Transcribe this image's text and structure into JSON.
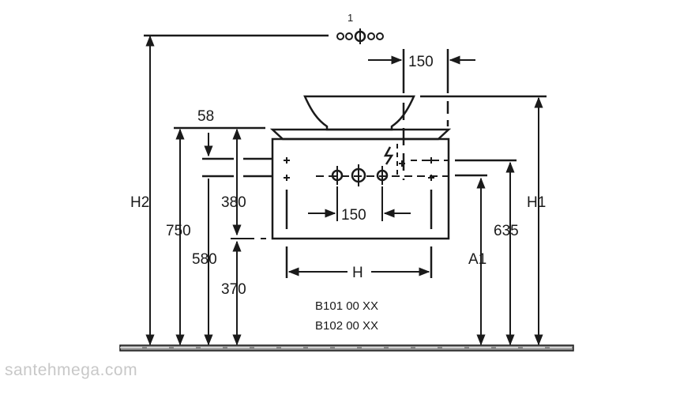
{
  "drawing": {
    "callout": "1",
    "dimensions": {
      "top_spacing": "150",
      "basin_rim": "58",
      "h2": "H2",
      "h1": "H1",
      "d750": "750",
      "d580": "580",
      "d380": "380",
      "d370": "370",
      "d635": "635",
      "a1": "A1",
      "inner_spacing": "150",
      "width_h": "H"
    },
    "model_codes": [
      "B101 00 XX",
      "B102 00 XX"
    ]
  },
  "watermark": "santehmega.com",
  "colors": {
    "line": "#1a1a1a",
    "floor_fill": "#8a8a8a",
    "watermark": "#c8c8c8"
  }
}
